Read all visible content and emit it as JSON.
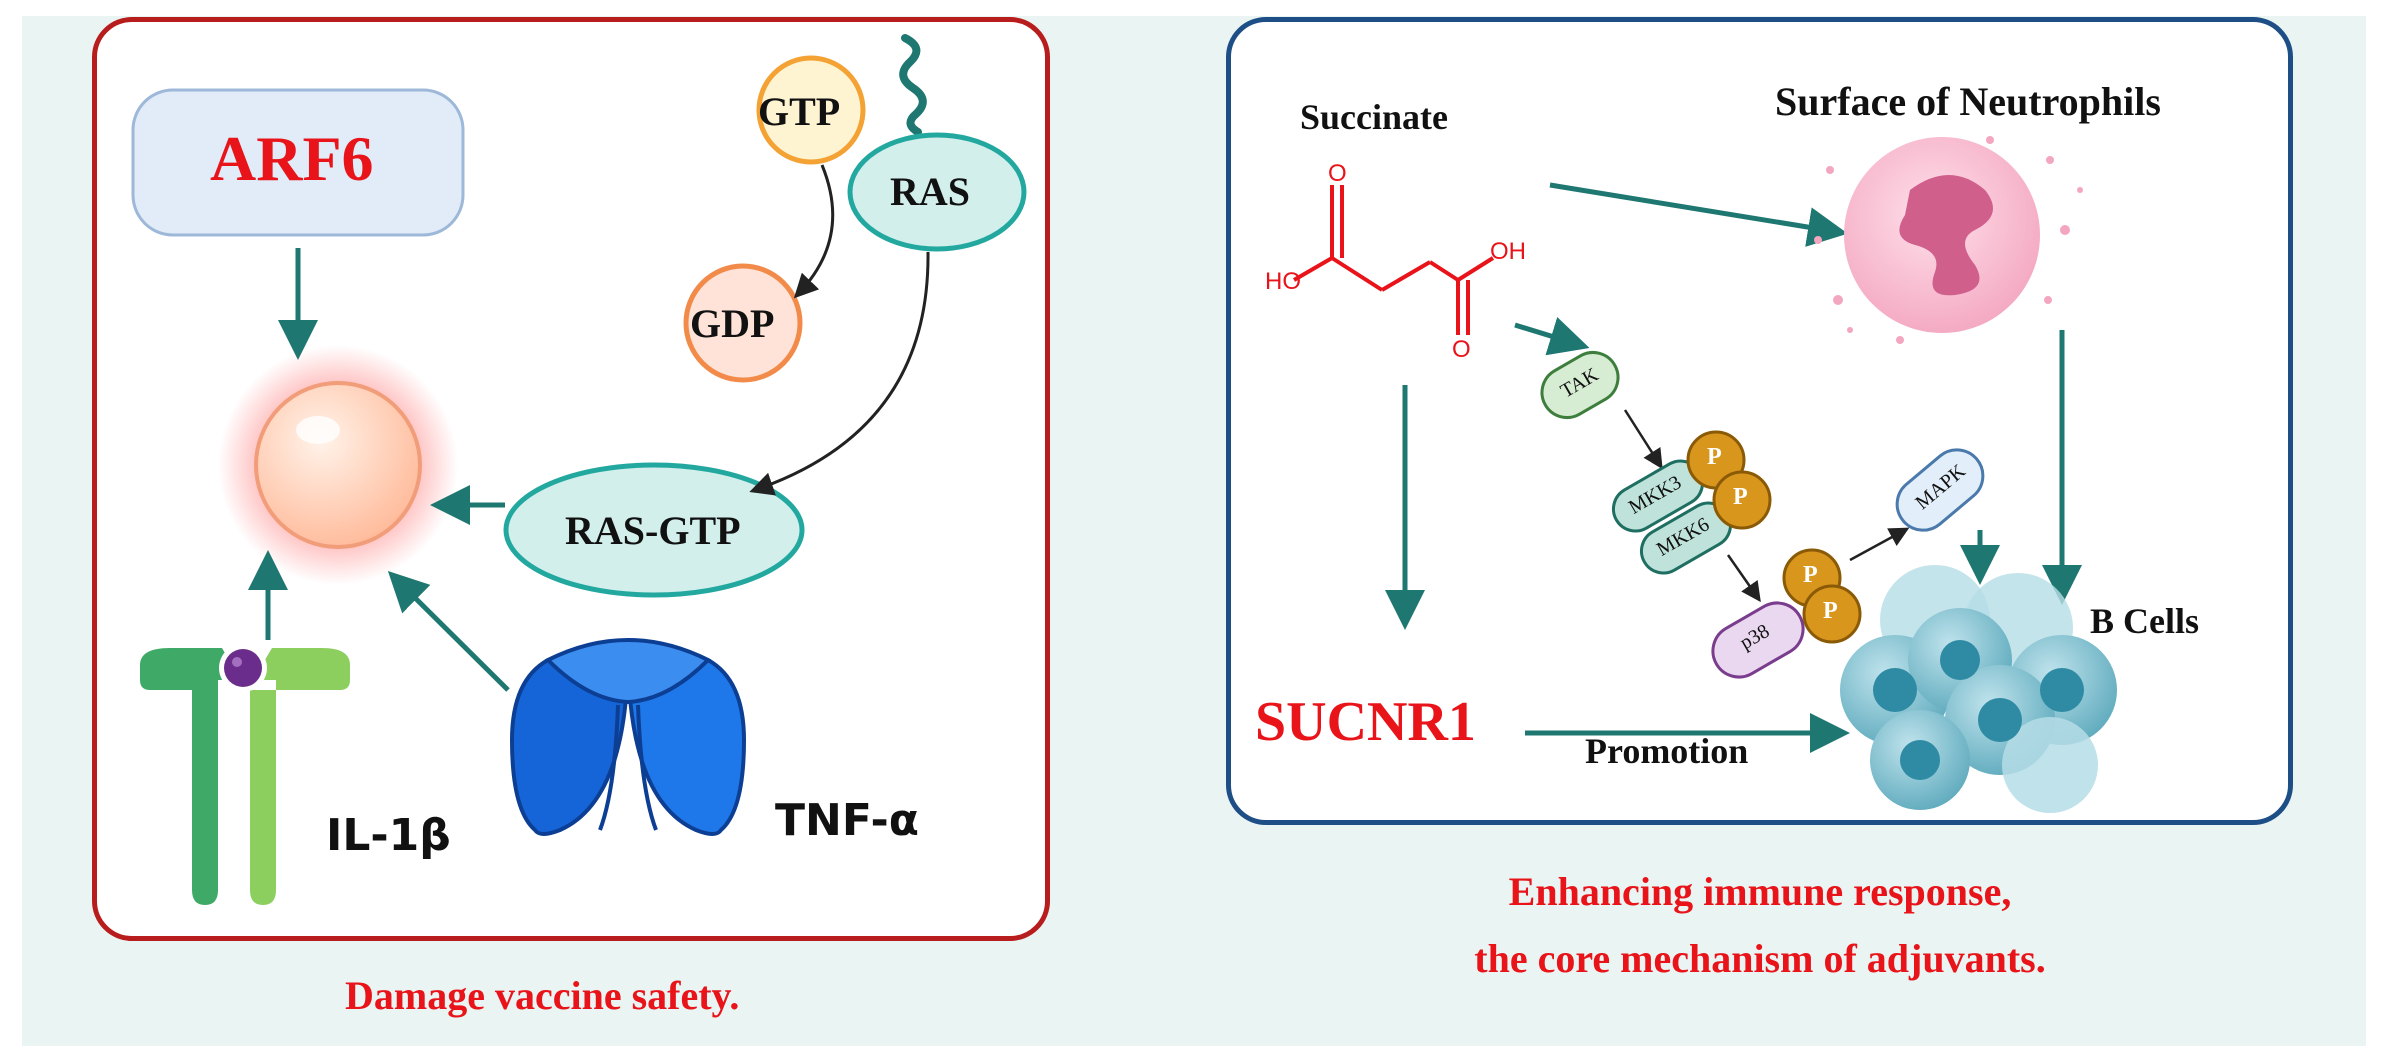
{
  "left_panel": {
    "arf6": "ARF6",
    "gtp": "GTP",
    "ras": "RAS",
    "gdp": "GDP",
    "ras_gtp": "RAS-GTP",
    "il1b": "IL-1β",
    "tnfa": "TNF-α",
    "caption": "Damage vaccine safety."
  },
  "right_panel": {
    "succinate": "Succinate",
    "surface": "Surface of Neutrophils",
    "ho": "HO",
    "oh": "OH",
    "o_top": "O",
    "o_bottom": "O",
    "tak": "TAK",
    "mkk3": "MKK3",
    "mkk6": "MKK6",
    "p38": "p38",
    "mapk": "MAPK",
    "p": "P",
    "b_cells": "B Cells",
    "sucnr1": "SUCNR1",
    "promotion": "Promotion",
    "caption_line1": "Enhancing immune response,",
    "caption_line2": "the core mechanism of adjuvants."
  },
  "colors": {
    "left_border": "#b81d1d",
    "right_border": "#1d4f86",
    "arrow_teal": "#1e7770",
    "caption_red": "#e8141a",
    "succinate_red": "#e8141a"
  }
}
